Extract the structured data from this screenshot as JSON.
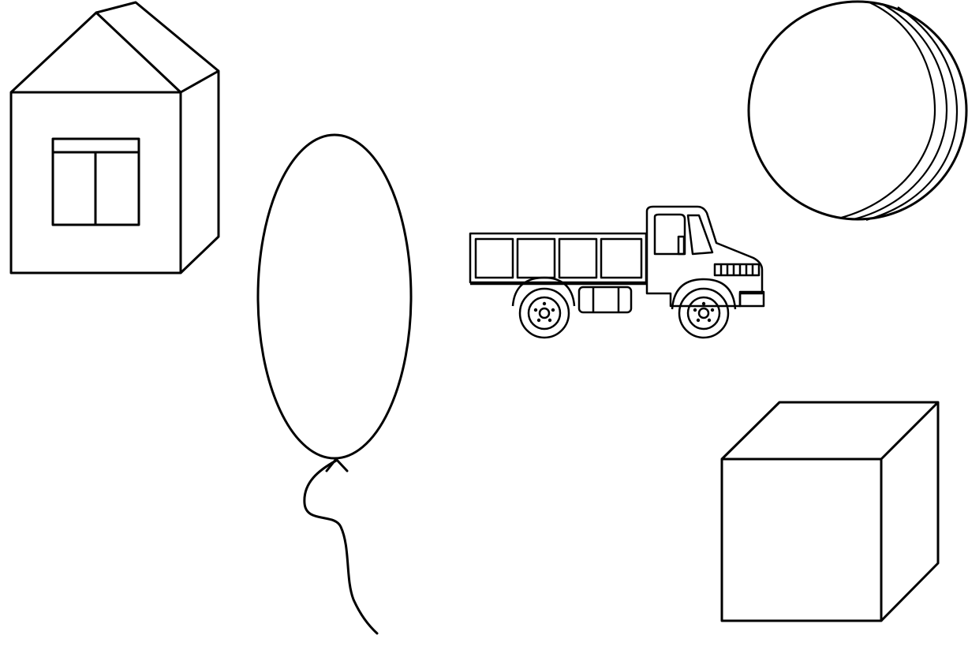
{
  "page": {
    "background_color": "#ffffff",
    "line_color": "#000000"
  },
  "objects": [
    {
      "name": "house",
      "icon": "house-icon"
    },
    {
      "name": "balloon",
      "icon": "balloon-icon"
    },
    {
      "name": "truck",
      "icon": "truck-icon"
    },
    {
      "name": "ball",
      "icon": "ball-icon"
    },
    {
      "name": "cube",
      "icon": "cube-icon"
    }
  ]
}
